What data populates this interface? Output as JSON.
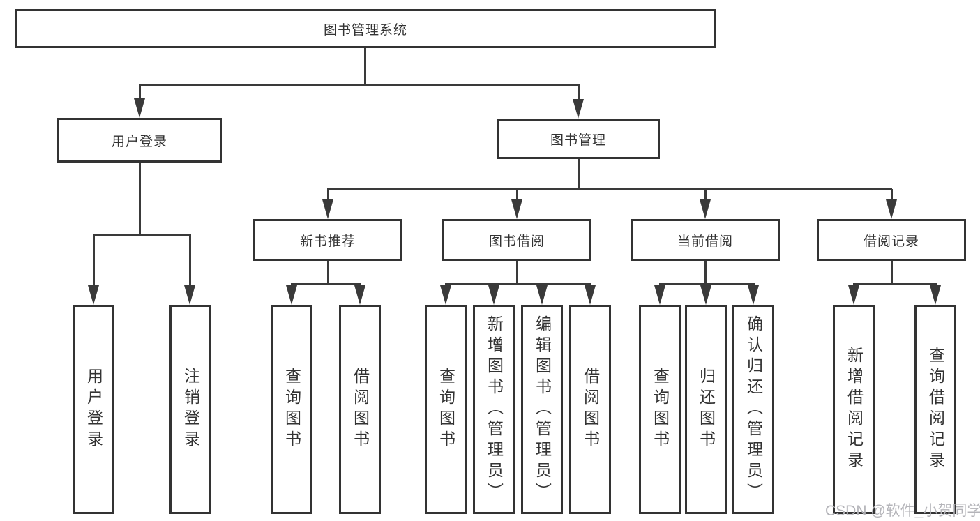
{
  "colors": {
    "line": "#3a3a3a",
    "border": "#333333",
    "text": "#333333",
    "background": "#ffffff",
    "watermark": "#b4b4b9"
  },
  "diagram": {
    "type": "hierarchy-tree",
    "root": {
      "label": "图书管理系统"
    },
    "level2": [
      {
        "label": "用户登录"
      },
      {
        "label": "图书管理"
      }
    ],
    "level3": [
      {
        "label": "新书推荐"
      },
      {
        "label": "图书借阅"
      },
      {
        "label": "当前借阅"
      },
      {
        "label": "借阅记录"
      }
    ],
    "leaves": {
      "user_login_group": [
        {
          "label": "用户登录"
        },
        {
          "label": "注销登录"
        }
      ],
      "new_books_group": [
        {
          "label": "查询图书"
        },
        {
          "label": "借阅图书"
        }
      ],
      "book_borrow_group": [
        {
          "label": "查询图书"
        },
        {
          "label": "新增图书（管理员）"
        },
        {
          "label": "编辑图书（管理员）"
        },
        {
          "label": "借阅图书"
        }
      ],
      "current_borrow_group": [
        {
          "label": "查询图书"
        },
        {
          "label": "归还图书"
        },
        {
          "label": "确认归还（管理员）"
        }
      ],
      "borrow_records_group": [
        {
          "label": "新增借阅记录"
        },
        {
          "label": "查询借阅记录"
        }
      ]
    }
  },
  "watermark": {
    "text": "CSDN @软件_小贺同学"
  }
}
